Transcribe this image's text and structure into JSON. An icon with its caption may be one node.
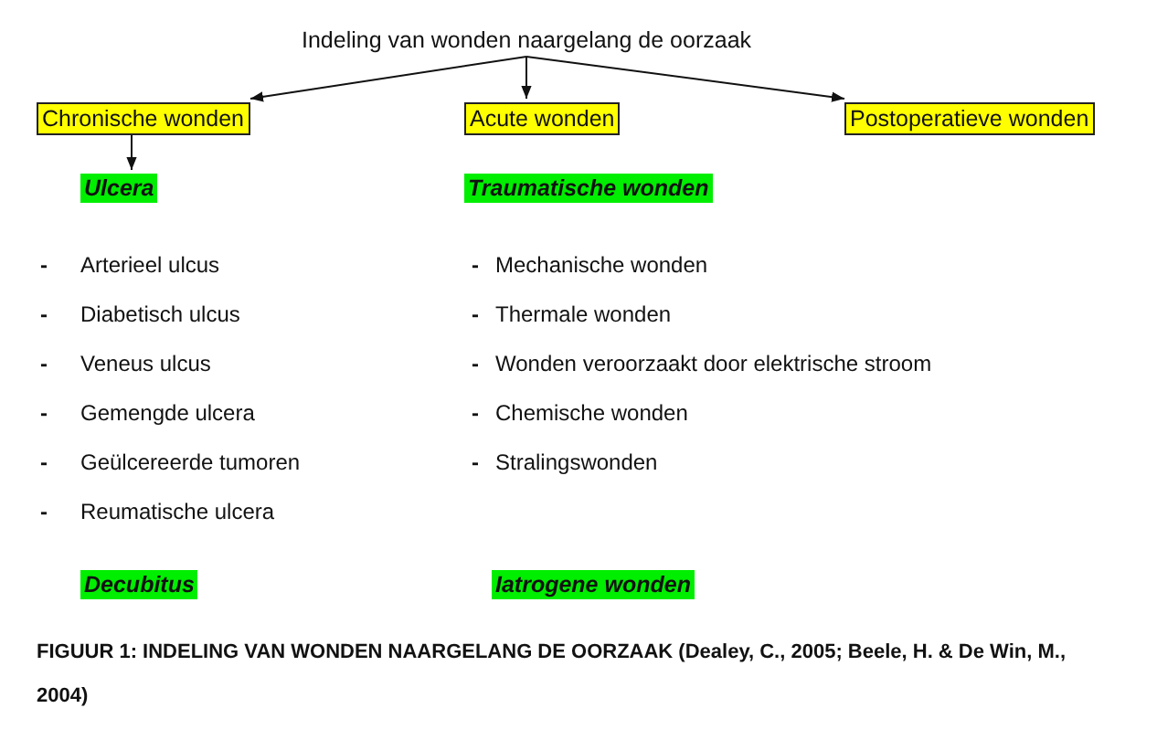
{
  "diagram": {
    "caption": "FIGUUR 1: INDELING VAN WONDEN NAARGELANG DE OORZAAK  (Dealey, C., 2005; Beele, H. & De Win, M., 2004)",
    "nodes": [
      {
        "text": [
          "Indeling van wonden naargelang de oorzaak"
        ]
      },
      {
        "text": [
          "Chronische wonden"
        ]
      },
      {
        "text": [
          "Acute wonden"
        ]
      },
      {
        "text": [
          "Postoperatieve wonden"
        ]
      },
      {
        "text": [
          "Ulcera"
        ]
      },
      {
        "text": [
          "Traumatische wonden"
        ]
      },
      {
        "text": [
          "Decubitus"
        ]
      },
      {
        "text": [
          "Iatrogene wonden"
        ]
      }
    ],
    "edges": [
      {
        "from": 0,
        "to": 1,
        "arrow": "to"
      },
      {
        "from": 0,
        "to": 2,
        "arrow": "to"
      },
      {
        "from": 0,
        "to": 3,
        "arrow": "to"
      },
      {
        "from": 1,
        "to": 4,
        "arrow": "to"
      }
    ],
    "labels": [
      "- Arterieel ulcus",
      "- Mechanische wonden",
      "- Diabetisch ulcus",
      "- Thermale wonden",
      "- Veneus ulcus",
      "- Wonden veroorzaakt door elektrische stroom",
      "- Gemengde ulcera",
      "- Chemische wonden",
      "- Geülcereerde tumoren",
      "- Stralingswonden",
      "- Reumatische ulcera"
    ]
  }
}
